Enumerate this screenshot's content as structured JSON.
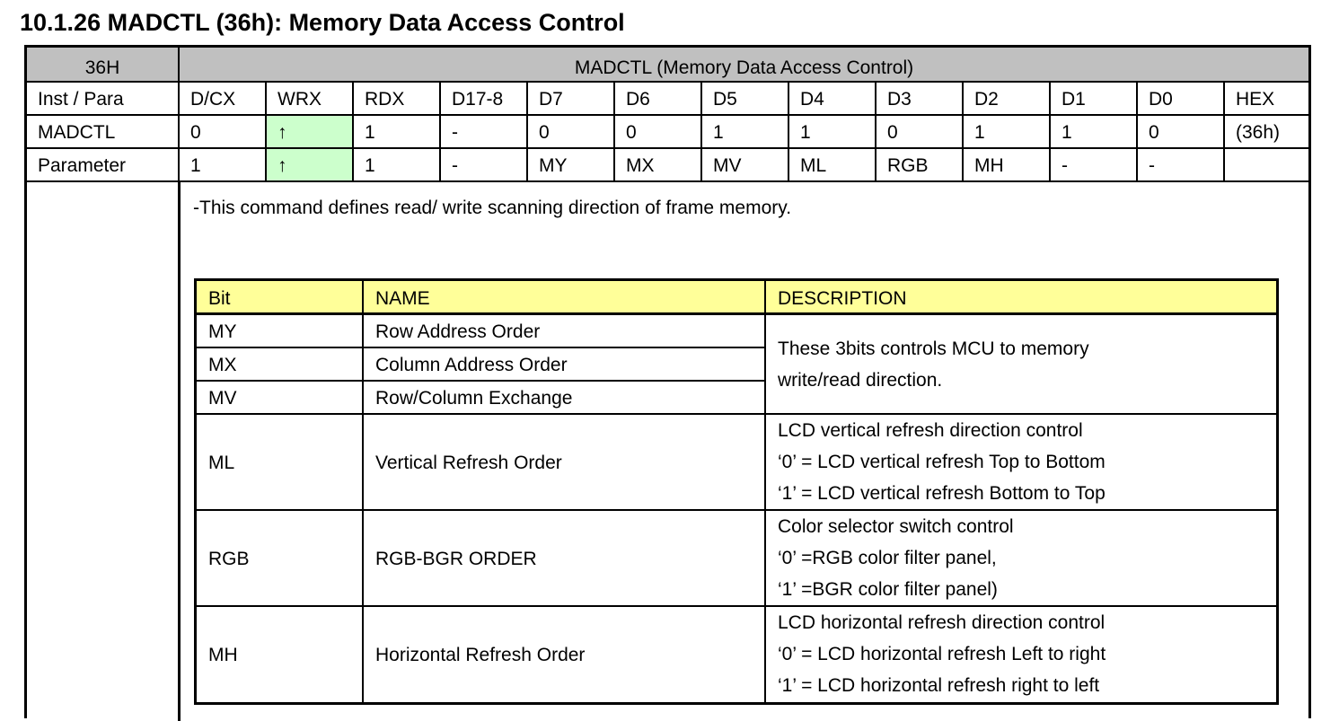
{
  "title": "10.1.26 MADCTL (36h): Memory Data Access Control",
  "register": {
    "command_code": "36H",
    "command_desc": "MADCTL (Memory Data Access Control)",
    "columns": [
      "Inst / Para",
      "D/CX",
      "WRX",
      "RDX",
      "D17-8",
      "D7",
      "D6",
      "D5",
      "D4",
      "D3",
      "D2",
      "D1",
      "D0",
      "HEX"
    ],
    "rows": [
      [
        "MADCTL",
        "0",
        "↑",
        "1",
        "-",
        "0",
        "0",
        "1",
        "1",
        "0",
        "1",
        "1",
        "0",
        "(36h)"
      ],
      [
        "Parameter",
        "1",
        "↑",
        "1",
        "-",
        "MY",
        "MX",
        "MV",
        "ML",
        "RGB",
        "MH",
        "-",
        "-",
        ""
      ]
    ]
  },
  "intro": "-This command defines read/ write scanning direction of frame memory.",
  "bit_table": {
    "headers": [
      "Bit",
      "NAME",
      "DESCRIPTION"
    ],
    "rows": [
      {
        "bit": "MY",
        "name": "Row Address Order"
      },
      {
        "bit": "MX",
        "name": "Column Address Order"
      },
      {
        "bit": "MV",
        "name": "Row/Column Exchange"
      },
      {
        "bit": "ML",
        "name": "Vertical Refresh Order"
      },
      {
        "bit": "RGB",
        "name": "RGB-BGR ORDER"
      },
      {
        "bit": "MH",
        "name": "Horizontal Refresh Order"
      }
    ],
    "desc_mxy": [
      "These 3bits controls MCU to memory",
      "write/read direction."
    ],
    "desc_ml": [
      "LCD vertical refresh direction control",
      "‘0’ = LCD vertical refresh Top to Bottom",
      "‘1’ = LCD vertical refresh Bottom to Top"
    ],
    "desc_rgb": [
      "Color selector switch control",
      "‘0’ =RGB color filter panel,",
      "‘1’ =BGR color filter panel)"
    ],
    "desc_mh": [
      "LCD horizontal refresh direction control",
      "‘0’ = LCD horizontal refresh Left to right",
      "‘1’ = LCD horizontal refresh right to left"
    ]
  },
  "colors": {
    "header_gray": "#c0c0c0",
    "wrx_green": "#ccffcc",
    "bit_header_yellow": "#ffff99"
  }
}
